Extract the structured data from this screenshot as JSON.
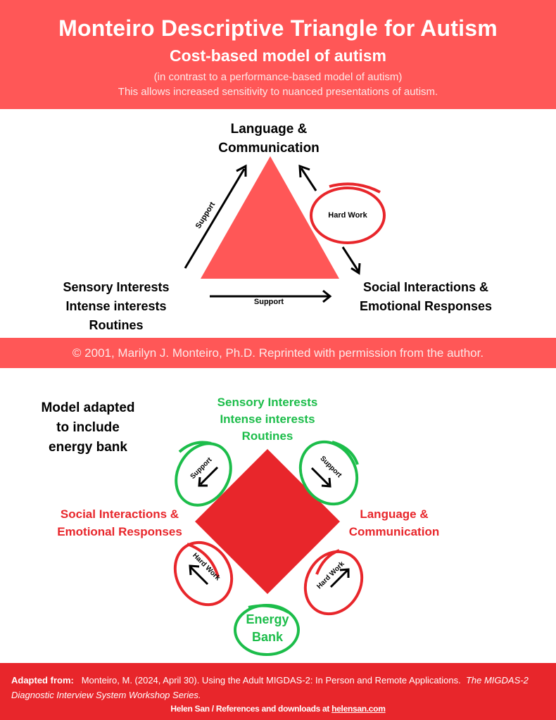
{
  "header": {
    "title": "Monteiro Descriptive Triangle for Autism",
    "subtitle": "Cost-based model of autism",
    "note_line1": "(in contrast to a performance-based model of autism)",
    "note_line2": "This allows increased sensitivity to nuanced presentations of autism.",
    "background_color": "#ff5757"
  },
  "triangle_model": {
    "top_label_line1": "Language &",
    "top_label_line2": "Communication",
    "left_label_line1": "Sensory Interests",
    "left_label_line2": "Intense interests",
    "left_label_line3": "Routines",
    "right_label_line1": "Social Interactions &",
    "right_label_line2": "Emotional Responses",
    "left_edge_arrow_label": "Support",
    "bottom_edge_arrow_label": "Support",
    "right_edge_circle_label": "Hard Work",
    "triangle_color": "#ff5757",
    "circle_color": "#e8262b"
  },
  "copyright": {
    "text": "© 2001, Marilyn J. Monteiro, Ph.D. Reprinted with permission from the author."
  },
  "diamond_model": {
    "caption_line1": "Model adapted",
    "caption_line2": "to include",
    "caption_line3": "energy bank",
    "top_label_line1": "Sensory Interests",
    "top_label_line2": "Intense interests",
    "top_label_line3": "Routines",
    "left_label_line1": "Social Interactions &",
    "left_label_line2": "Emotional Responses",
    "right_label_line1": "Language &",
    "right_label_line2": "Communication",
    "top_left_circle_label": "Support",
    "top_right_circle_label": "Support",
    "bottom_left_circle_label": "Hard Work",
    "bottom_right_circle_label": "Hard Work",
    "energy_bank_line1": "Energy",
    "energy_bank_line2": "Bank",
    "diamond_color": "#e8262b",
    "support_color": "#1cbd4a",
    "hard_work_color": "#e8262b"
  },
  "footer": {
    "adapted_label": "Adapted from:",
    "reference_plain": "Monteiro, M. (2024, April 30).  Using the Adult MIGDAS-2: In Person and Remote Applications.",
    "reference_italic": "The MIGDAS-2 Diagnostic Interview System Workshop Series.",
    "credit_prefix": "Helen San  / References and downloads at ",
    "credit_link": "helensan.com",
    "background_color": "#e8262b"
  }
}
